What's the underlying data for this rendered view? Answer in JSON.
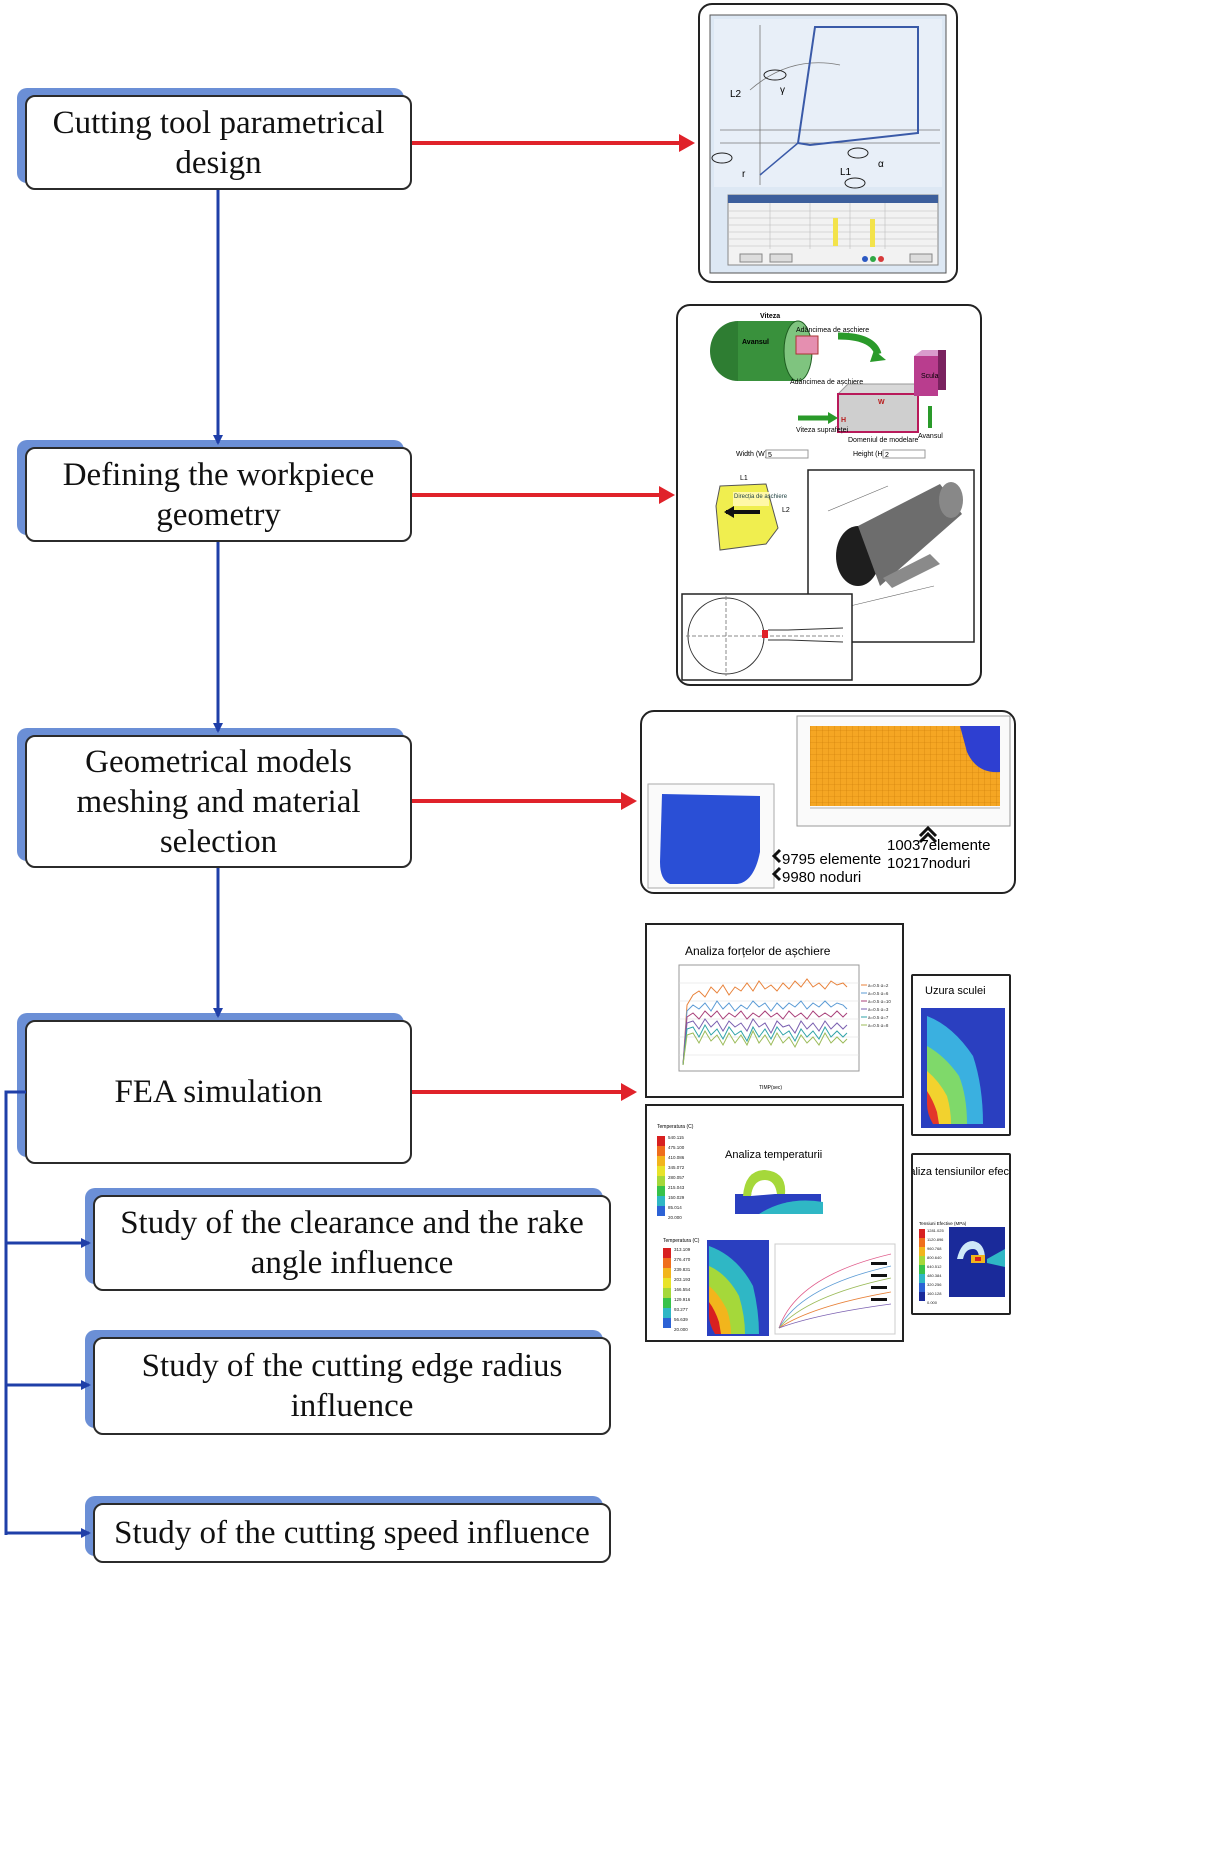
{
  "steps": [
    {
      "label": "Cutting tool parametrical design"
    },
    {
      "label": "Defining the workpiece geometry"
    },
    {
      "label": "Geometrical models meshing and material selection"
    },
    {
      "label": "FEA simulation"
    },
    {
      "label": "Study of the clearance and the rake angle influence"
    },
    {
      "label": "Study of the cutting edge radius influence"
    },
    {
      "label": "Study of the cutting speed influence"
    }
  ],
  "panel1": {
    "labels": {
      "l2": "L2",
      "l1": "L1",
      "gamma": "γ",
      "r": "r",
      "alpha": "α"
    }
  },
  "panel2": {
    "labels": {
      "viteza": "Viteza",
      "adancimea_top": "Adâncimea de așchiere",
      "avansul_left": "Avansul",
      "adancimea_mid": "Adâncimea de așchiere",
      "scula": "Scula",
      "viteza_supr": "Viteza suprafeței",
      "domeniul": "Domeniul de modelare",
      "avansul_right": "Avansul",
      "h": "H",
      "w": "W",
      "width": "Width (W)",
      "width_val": "5",
      "height": "Height (H)",
      "height_val": "2",
      "directia": "Direcția de așchiere",
      "l1": "L1",
      "l2": "L2"
    }
  },
  "panel3": {
    "tool_elements": "9795 elemente",
    "tool_nodes": "9980 noduri",
    "work_elements": "10037elemente",
    "work_nodes": "10217noduri"
  },
  "panel4": {
    "forces_title": "Analiza forțelor de așchiere",
    "forces_xlabel": "TIMP(sec)",
    "series": [
      "a=0.5 α=2",
      "a=0.5 α=6",
      "a=0.5 α=10",
      "a=0.5 α=3",
      "a=0.5 α=7",
      "a=0.5 α=8"
    ],
    "uzura_title": "Uzura sculei",
    "temp_title": "Analiza temperaturii",
    "temp_legend_title": "Temperatura (C)",
    "temp_legend_values": [
      "540.115",
      "475.100",
      "410.086",
      "345.072",
      "280.057",
      "215.043",
      "150.029",
      "85.014",
      "20.000"
    ],
    "temp2_legend_title": "Temperatura (C)",
    "temp2_legend_values": [
      "313.109",
      "276.470",
      "239.831",
      "203.193",
      "166.554",
      "129.916",
      "93.277",
      "56.639",
      "20.000"
    ],
    "tens_title": "Analiza tensiunilor efective",
    "tens_legend_title": "Tensiuni Efective (MPa)",
    "tens_legend_values": [
      "1281.025",
      "1120.896",
      "960.768",
      "800.640",
      "640.512",
      "480.384",
      "320.256",
      "160.128",
      "0.000"
    ]
  },
  "colors": {
    "flow_arrow": "#1f3fa8",
    "output_arrow": "#e0222a",
    "box_shadow": "#6b8fd6"
  }
}
